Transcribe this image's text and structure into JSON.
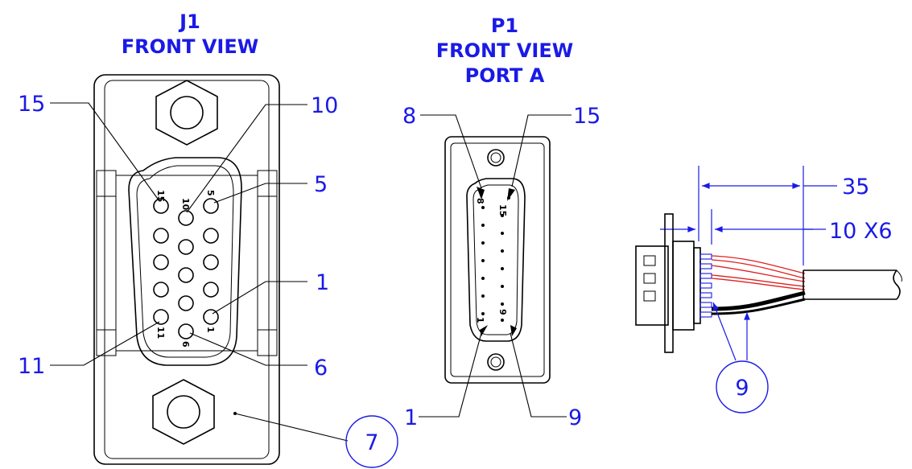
{
  "j1": {
    "title_line1": "J1",
    "title_line2": "FRONT VIEW",
    "callouts": {
      "c15": "15",
      "c10": "10",
      "c5": "5",
      "c1": "1",
      "c11": "11",
      "c6": "6"
    },
    "pin_labels": {
      "p15": "15",
      "p10": "10",
      "p5": "5",
      "p1": "1",
      "p11": "11",
      "p6": "6"
    },
    "item_balloon": "7"
  },
  "p1": {
    "title_line1": "P1",
    "title_line2": "FRONT VIEW",
    "title_line3": "PORT A",
    "callouts": {
      "c8": "8",
      "c15": "15",
      "c1": "1",
      "c9": "9"
    },
    "pin_labels": {
      "p8": "8",
      "p15": "15",
      "p1": "1",
      "p9": "9"
    }
  },
  "side": {
    "dim_overall": "35",
    "dim_pins": "10 X6",
    "item_balloon": "9"
  },
  "colors": {
    "annotation": "#1a1ae6",
    "outline": "#000000",
    "wire": "#e02020"
  }
}
